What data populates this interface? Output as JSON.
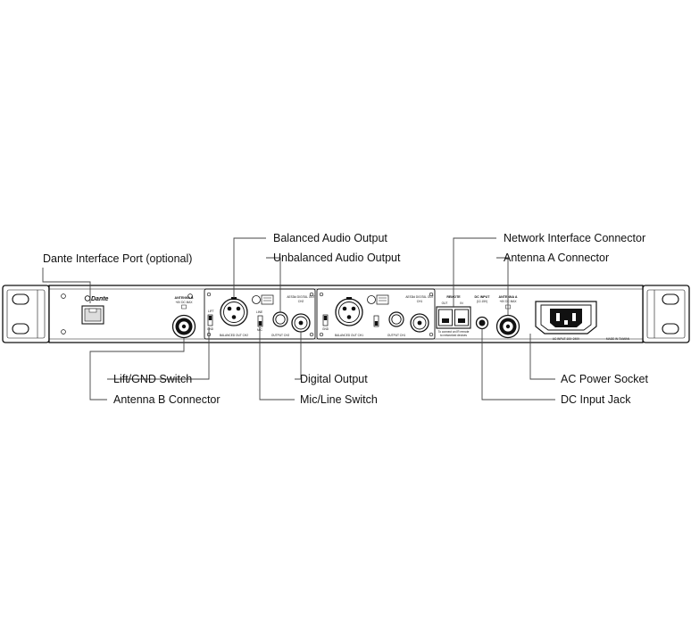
{
  "callouts": {
    "dante_port": "Dante Interface Port (optional)",
    "balanced_audio": "Balanced Audio Output",
    "unbalanced_audio": "Unbalanced Audio Output",
    "network_connector": "Network Interface Connector",
    "antenna_a": "Antenna A Connector",
    "lift_gnd": "Lift/GND Switch",
    "antenna_b": "Antenna B Connector",
    "digital_output": "Digital Output",
    "mic_line": "Mic/Line Switch",
    "ac_power": "AC Power Socket",
    "dc_input": "DC Input Jack"
  },
  "panel": {
    "dante_logo": "Dante",
    "antenna_b_label": "ANTENNA B",
    "antenna_b_sub": "+6V DC MAX",
    "lift_label": "LIFT",
    "gnd_label": "GND",
    "line_label": "LINE",
    "mic_label": "MIC",
    "balanced_out_ch2": "BALANCED OUT CH2",
    "output_ch2": "OUTPUT CH2",
    "digital_out_ch2": "AES3id DIGITAL OUT",
    "digital_out_ch2_sub": "CH2",
    "balanced_out_ch1": "BALANCED OUT CH1",
    "output_ch1": "OUTPUT CH1",
    "digital_out_ch1": "AES3id DIGITAL OUT",
    "digital_out_ch1_sub": "CH1",
    "remote_label": "REMOTE",
    "remote_out": "OUT",
    "remote_in": "IN",
    "remote_note_1": "To connect an IR remote",
    "remote_note_2": "to networked devices",
    "dc_input_label": "DC INPUT",
    "dc_input_sub": "(12-15V)",
    "antenna_a_label": "ANTENNA A",
    "antenna_a_sub": "+6V DC MAX",
    "ac_input_label": "AC INPUT 100~240V",
    "made_in": "MADE IN TAIWAN"
  }
}
